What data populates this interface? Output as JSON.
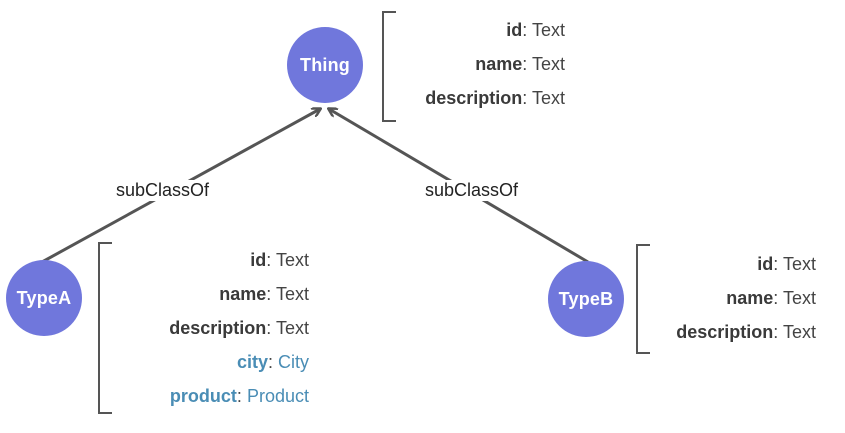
{
  "colors": {
    "node_fill": "#7077dc",
    "edge": "#555555",
    "linked_property": "#4a8db5"
  },
  "nodes": {
    "thing": {
      "label": "Thing"
    },
    "typea": {
      "label": "TypeA"
    },
    "typeb": {
      "label": "TypeB"
    }
  },
  "edges": {
    "typea_to_thing": {
      "label": "subClassOf"
    },
    "typeb_to_thing": {
      "label": "subClassOf"
    }
  },
  "properties": {
    "thing": [
      {
        "name": "id",
        "sep": ":",
        "type": "Text"
      },
      {
        "name": "name",
        "sep": ":",
        "type": "Text"
      },
      {
        "name": "description",
        "sep": ":",
        "type": "Text"
      }
    ],
    "typea": [
      {
        "name": "id",
        "sep": ":",
        "type": "Text"
      },
      {
        "name": "name",
        "sep": ":",
        "type": "Text"
      },
      {
        "name": "description",
        "sep": ":",
        "type": "Text"
      },
      {
        "name": "city",
        "sep": ":",
        "type": "City"
      },
      {
        "name": "product",
        "sep": ":",
        "type": "Product"
      }
    ],
    "typeb": [
      {
        "name": "id",
        "sep": ":",
        "type": "Text"
      },
      {
        "name": "name",
        "sep": ":",
        "type": "Text"
      },
      {
        "name": "description",
        "sep": ":",
        "type": "Text"
      }
    ]
  }
}
